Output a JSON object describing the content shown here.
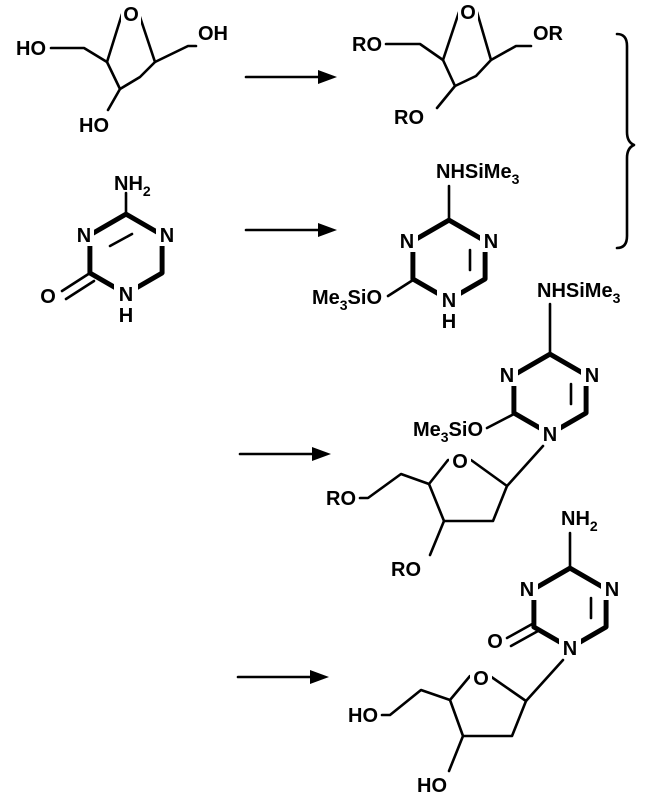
{
  "labels": {
    "hydroxyl": "HO",
    "hydroxyl_right": "OH",
    "ring_oxygen": "O",
    "ring_nitrogen": "N",
    "ring_nh_n": "N",
    "ring_nh_h": "H",
    "protected_ether": "RO",
    "protected_anomeric": "OR",
    "amino_main": "NH",
    "amino_sub": "2",
    "silylamino_main": "NHSiMe",
    "silylamino_sub": "3",
    "silyloxy_pre": "Me",
    "silyloxy_sub": "3",
    "silyloxy_post": "SiO",
    "carbonyl_oxygen": "O"
  },
  "colors": {
    "ink": "#000000",
    "background": "#ffffff"
  }
}
